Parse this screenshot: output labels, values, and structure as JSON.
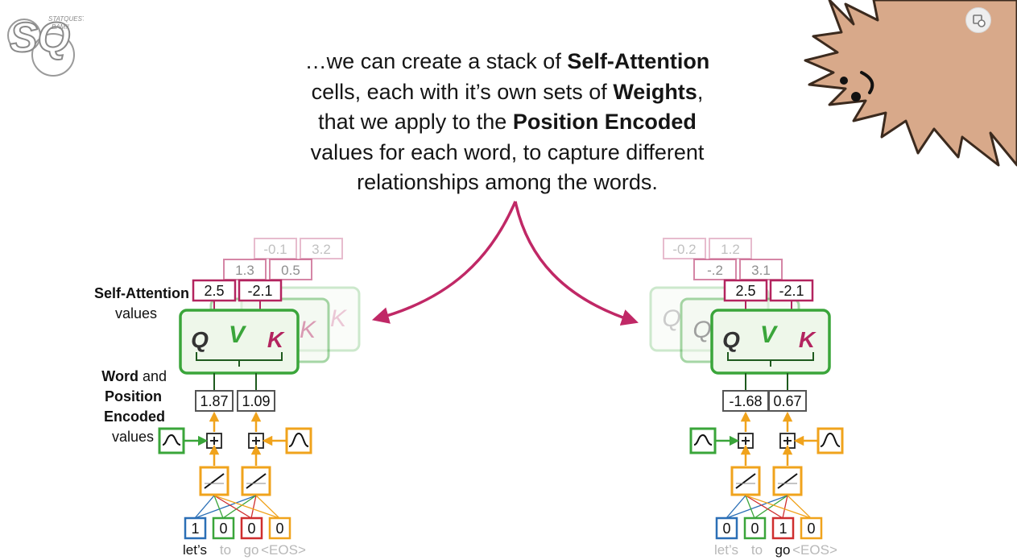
{
  "caption": {
    "line1_a": "…we can create a stack of ",
    "line1_b": "Self-Attention",
    "line2_a": "cells, each with it’s own sets of ",
    "line2_b": "Weights",
    "line2_c": ",",
    "line3_a": "that we apply to the ",
    "line3_b": "Position Encoded",
    "line4": "values for each word, to capture different",
    "line5": "relationships among the words."
  },
  "labels": {
    "sa_title": "Self-Attention",
    "sa_sub": "values",
    "we_word": "Word",
    "we_and": " and",
    "we_position": "Position",
    "we_encoded": "Encoded",
    "we_values": "values"
  },
  "logo": {
    "letters": "SQ",
    "small1": "STATQUEST",
    "small2": "BAM!!"
  },
  "cell_glyphs": {
    "q": "Q",
    "v": "V",
    "k": "K"
  },
  "left": {
    "back2": [
      "-0.1",
      "3.2"
    ],
    "back1": [
      "1.3",
      "0.5"
    ],
    "sa_values": [
      "2.5",
      "-2.1"
    ],
    "encoded": [
      "1.87",
      "1.09"
    ],
    "one_hot": [
      "1",
      "0",
      "0",
      "0"
    ],
    "words": [
      "let’s",
      "to",
      "go",
      "<EOS>"
    ],
    "active_word_index": 0
  },
  "right": {
    "back2": [
      "-0.2",
      "1.2"
    ],
    "back1": [
      "-.2",
      "3.1"
    ],
    "sa_values": [
      "2.5",
      "-2.1"
    ],
    "encoded": [
      "-1.68",
      "0.67"
    ],
    "one_hot": [
      "0",
      "0",
      "1",
      "0"
    ],
    "words": [
      "let’s",
      "to",
      "go",
      "<EOS>"
    ],
    "active_word_index": 2
  },
  "colors": {
    "green": "#3aa53a",
    "green_fill": "#eef7ea",
    "magenta": "#b3245f",
    "orange": "#f0a31c",
    "one_hot": [
      "#2b6fb6",
      "#3aa53a",
      "#cf2e2e",
      "#f0a31c"
    ],
    "squatch": "#d8a98a",
    "arrow": "#c02866"
  },
  "icons": [
    "settings-icon",
    "logo-icon",
    "squatch-character",
    "curved-arrow"
  ]
}
